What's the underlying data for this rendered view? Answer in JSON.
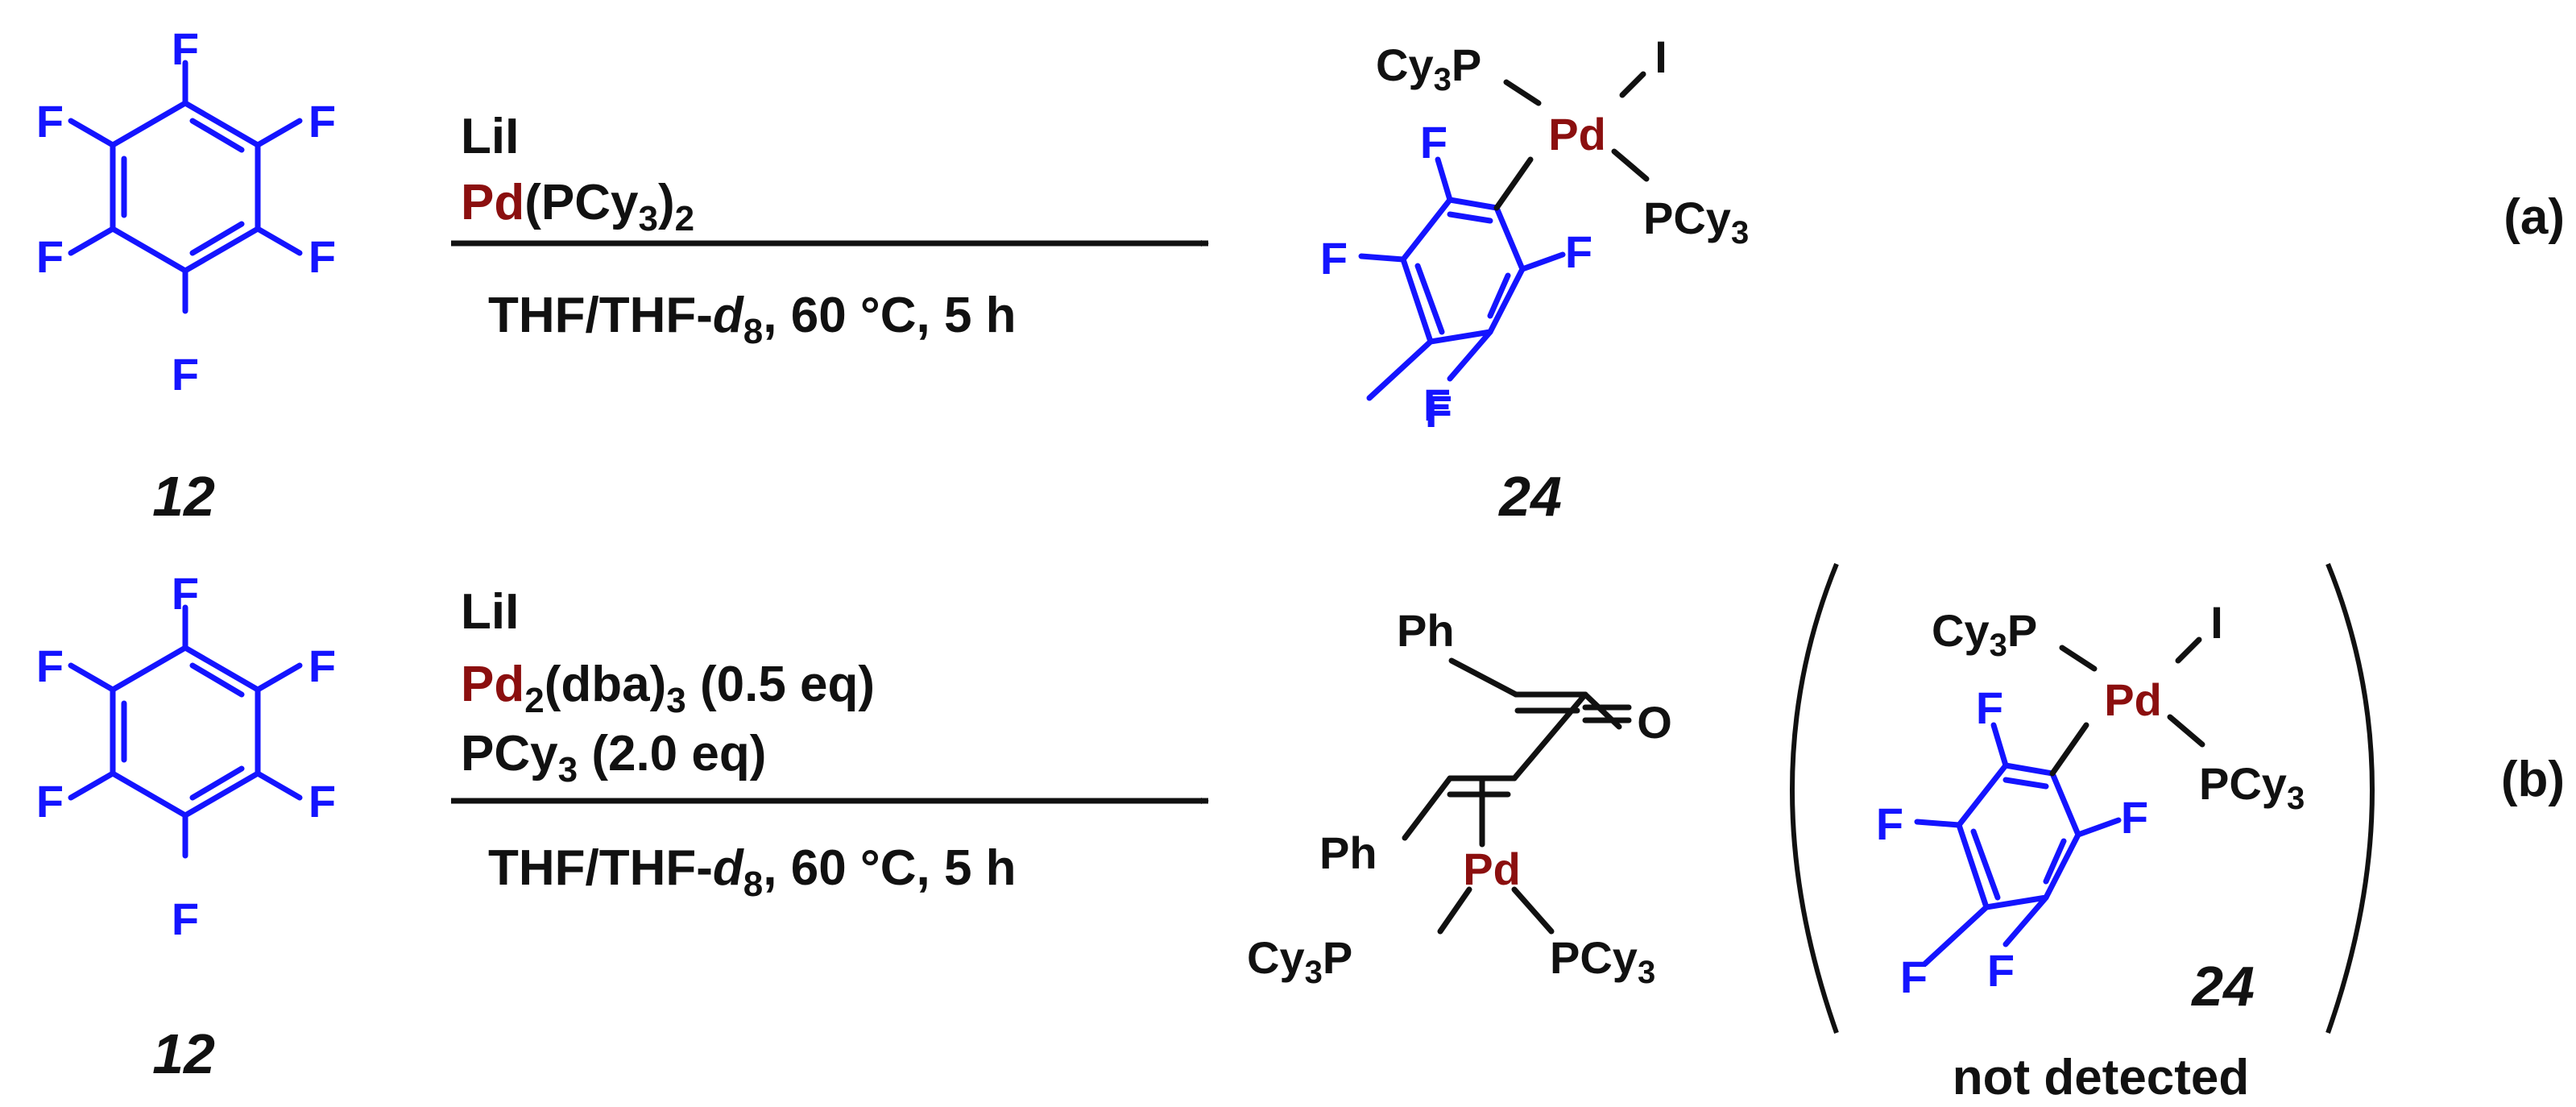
{
  "atoms": {
    "F": "F",
    "Pd": "Pd",
    "I": "I",
    "O": "O",
    "Ph": "Ph",
    "Cy3P_main": "Cy",
    "Cy3P_sub": "3",
    "Cy3P_end": "P",
    "PCy3_main": "PCy",
    "PCy3_sub": "3"
  },
  "compounds": {
    "c12": "12",
    "c24": "24"
  },
  "reaction_a": {
    "label": "(a)",
    "reagent1": "LiI",
    "reagent2_metal": "Pd",
    "reagent2_rest": "(PCy",
    "reagent2_sub": "3",
    "reagent2_close": ")",
    "reagent2_sub2": "2",
    "cond_main": "THF/THF-",
    "cond_italic": "d",
    "cond_sub": "8",
    "cond_rest": ", 60 °C, 5 h"
  },
  "reaction_b": {
    "label": "(b)",
    "reagent1": "LiI",
    "reagent2_metal": "Pd",
    "reagent2_sub": "2",
    "reagent2_mid": "(dba)",
    "reagent2_sub2": "3",
    "reagent2_rest": " (0.5 eq)",
    "reagent3_main": "PCy",
    "reagent3_sub": "3",
    "reagent3_rest": " (2.0 eq)",
    "cond_main": "THF/THF-",
    "cond_italic": "d",
    "cond_sub": "8",
    "cond_rest": ", 60 °C, 5 h",
    "note": "not detected"
  },
  "colors": {
    "substituent_blue": "#1414ff",
    "palladium_red": "#8b0f0f",
    "ink": "#111111"
  }
}
